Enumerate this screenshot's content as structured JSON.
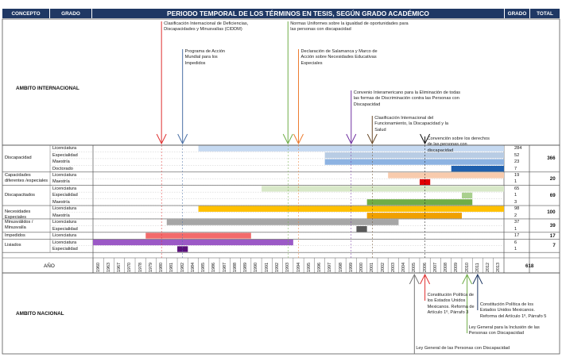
{
  "header": {
    "concepto": "CONCEPTO",
    "grado": "GRADO",
    "title": "PERIODO TEMPORAL DE LOS TÉRMINOS EN TESIS, SEGÚN GRADO ACADÉMICO",
    "grado_right": "GRADO",
    "total": "TOTAL"
  },
  "sections": {
    "internacional": "AMBITO INTERNACIONAL",
    "nacional": "AMBITO NACIONAL"
  },
  "year_label": "AÑO",
  "grand_total": "618",
  "years": [
    "1960",
    "1963",
    "1967",
    "1970",
    "1978",
    "1979",
    "1980",
    "1981",
    "1982",
    "1984",
    "1985",
    "1986",
    "1987",
    "1988",
    "1989",
    "1990",
    "1991",
    "1992",
    "1993",
    "1994",
    "1995",
    "1996",
    "1997",
    "1998",
    "1999",
    "2000",
    "2001",
    "2002",
    "2003",
    "2004",
    "2005",
    "2006",
    "2007",
    "2008",
    "2009",
    "2010",
    "2011",
    "2012",
    "2013"
  ],
  "concepts": [
    {
      "name": "Discapacidad",
      "total": "366",
      "rows": [
        {
          "grado": "Licenciatura",
          "count": "284",
          "color": "#c5d9f1",
          "start": "1985",
          "end": "2013"
        },
        {
          "grado": "Especialidad",
          "count": "52",
          "color": "#b8cce4",
          "start": "1997",
          "end": "2013"
        },
        {
          "grado": "Maestría",
          "count": "23",
          "color": "#8db3e2",
          "start": "1997",
          "end": "2013"
        },
        {
          "grado": "Doctorado",
          "count": "7",
          "color": "#1f5fad",
          "start": "2009",
          "end": "2013"
        }
      ]
    },
    {
      "name": "Capacidades diferentes /especiales",
      "total": "20",
      "rows": [
        {
          "grado": "Licenciatura",
          "count": "19",
          "color": "#f8cbad",
          "start": "2003",
          "end": "2013"
        },
        {
          "grado": "Maestría",
          "count": "1",
          "color": "#e00000",
          "start": "2006",
          "end": "2006"
        }
      ]
    },
    {
      "name": "Discapacitados",
      "total": "69",
      "rows": [
        {
          "grado": "Licenciatura",
          "count": "65",
          "color": "#d8e8c8",
          "start": "1991",
          "end": "2013"
        },
        {
          "grado": "Especialidad",
          "count": "1",
          "color": "#a9d08e",
          "start": "2010",
          "end": "2010"
        },
        {
          "grado": "Maestría",
          "count": "3",
          "color": "#70ad47",
          "start": "2001",
          "end": "2010"
        }
      ]
    },
    {
      "name": "Necesidades Especiales",
      "total": "100",
      "rows": [
        {
          "grado": "Licenciatura",
          "count": "98",
          "color": "#ffc000",
          "start": "1985",
          "end": "2013"
        },
        {
          "grado": "Maestría",
          "count": "2",
          "color": "#f0a000",
          "start": "2001",
          "end": "2009"
        }
      ]
    },
    {
      "name": "Minusválidos / Minusvalía",
      "total": "39",
      "rows": [
        {
          "grado": "Licenciatura",
          "count": "37",
          "color": "#a6a6a6",
          "start": "1981",
          "end": "2003"
        },
        {
          "grado": "Especialidad",
          "count": "1",
          "color": "#595959",
          "start": "2000",
          "end": "2000"
        }
      ]
    },
    {
      "name": "Impedidos",
      "total": "17",
      "rows": [
        {
          "grado": "Licenciatura",
          "count": "17",
          "color": "#f26b6b",
          "start": "1979",
          "end": "1989"
        }
      ]
    },
    {
      "name": "Lisiados",
      "total": "7",
      "rows": [
        {
          "grado": "Licenciatura",
          "count": "6",
          "color": "#9b59c6",
          "start": "1960",
          "end": "1993"
        },
        {
          "grado": "Especialidad",
          "count": "1",
          "color": "#5a0f7a",
          "start": "1982",
          "end": "1982"
        }
      ]
    }
  ],
  "international_events": [
    {
      "year": "1980",
      "color": "#e03030",
      "text": "Clasificación Internacional de Deficiencias, Discapacidades y Minusvalías (CIDDM)"
    },
    {
      "year": "1982",
      "color": "#4a6fa5",
      "text": "Programa de Acción Mundial para los Impedidos"
    },
    {
      "year": "1993",
      "color": "#70ad47",
      "text": "Normas Uniformes sobre la igualdad de oportunidades para las personas con discapacidad"
    },
    {
      "year": "1994",
      "color": "#ed7d31",
      "text": "Declaración de Salamanca y Marco de Acción sobre Necesidades Educativas Especiales"
    },
    {
      "year": "1999",
      "color": "#7030a0",
      "text": "Convenio Interamericano para la Eliminación de todas las formas de Discriminación contra las Personas con Discapacidad"
    },
    {
      "year": "2001",
      "color": "#6b4b2a",
      "text": "Clasificación Internacional del Funcionamiento, la Discapacidad y la Salud"
    },
    {
      "year": "2006",
      "color": "#111111",
      "text": "Convención sobre los derechos de las personas con discapacidad"
    }
  ],
  "national_events": [
    {
      "year": "2005",
      "color": "#777777",
      "text": "Ley General de las Personas con Discapacidad"
    },
    {
      "year": "2006",
      "color": "#e03030",
      "text": "Constitución Política de los Estados Unidos Mexicanos. Reforma de Artículo 1º, Párrafo 3"
    },
    {
      "year": "2010",
      "color": "#70ad47",
      "text": "Ley General para la Inclusión de las Personas con Discapacidad"
    },
    {
      "year": "2011",
      "color": "#1f3864",
      "text": "Constitución Política de los Estados Unidos Mexicanos. Reforma del Artículo 1º, Párrafo 5"
    }
  ]
}
